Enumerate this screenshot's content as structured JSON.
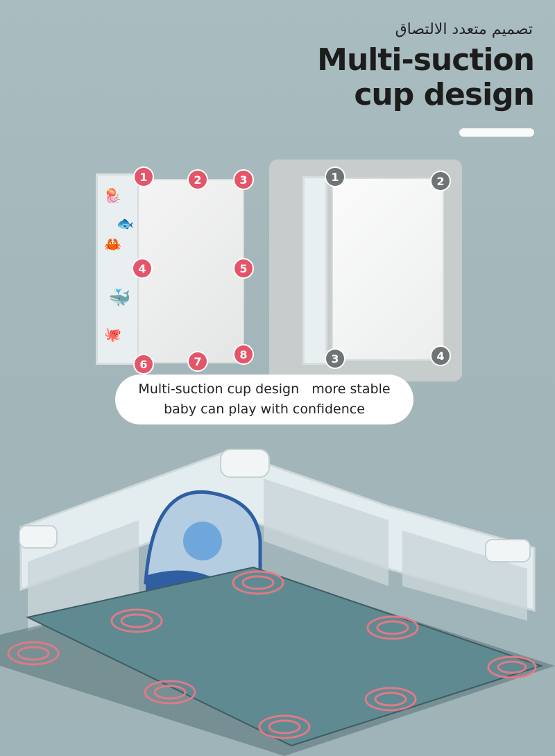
{
  "header": {
    "arabic_title": "تصميم متعدد الالتصاق",
    "title_line1": "Multi-suction",
    "title_line2": "cup design"
  },
  "left_panel": {
    "markers": [
      "1",
      "2",
      "3",
      "4",
      "5",
      "6",
      "7",
      "8"
    ]
  },
  "right_panel": {
    "markers": [
      "1",
      "2",
      "3",
      "4"
    ]
  },
  "caption": {
    "line1": "Multi-suction cup design   more stable",
    "line2": "baby can play with confidence"
  },
  "colors": {
    "background": "#a6babe",
    "marker_red": "#e4556a",
    "marker_gray": "#6f7475",
    "floor_mat": "#5f8a91",
    "suction_ring": "#e07a86"
  }
}
